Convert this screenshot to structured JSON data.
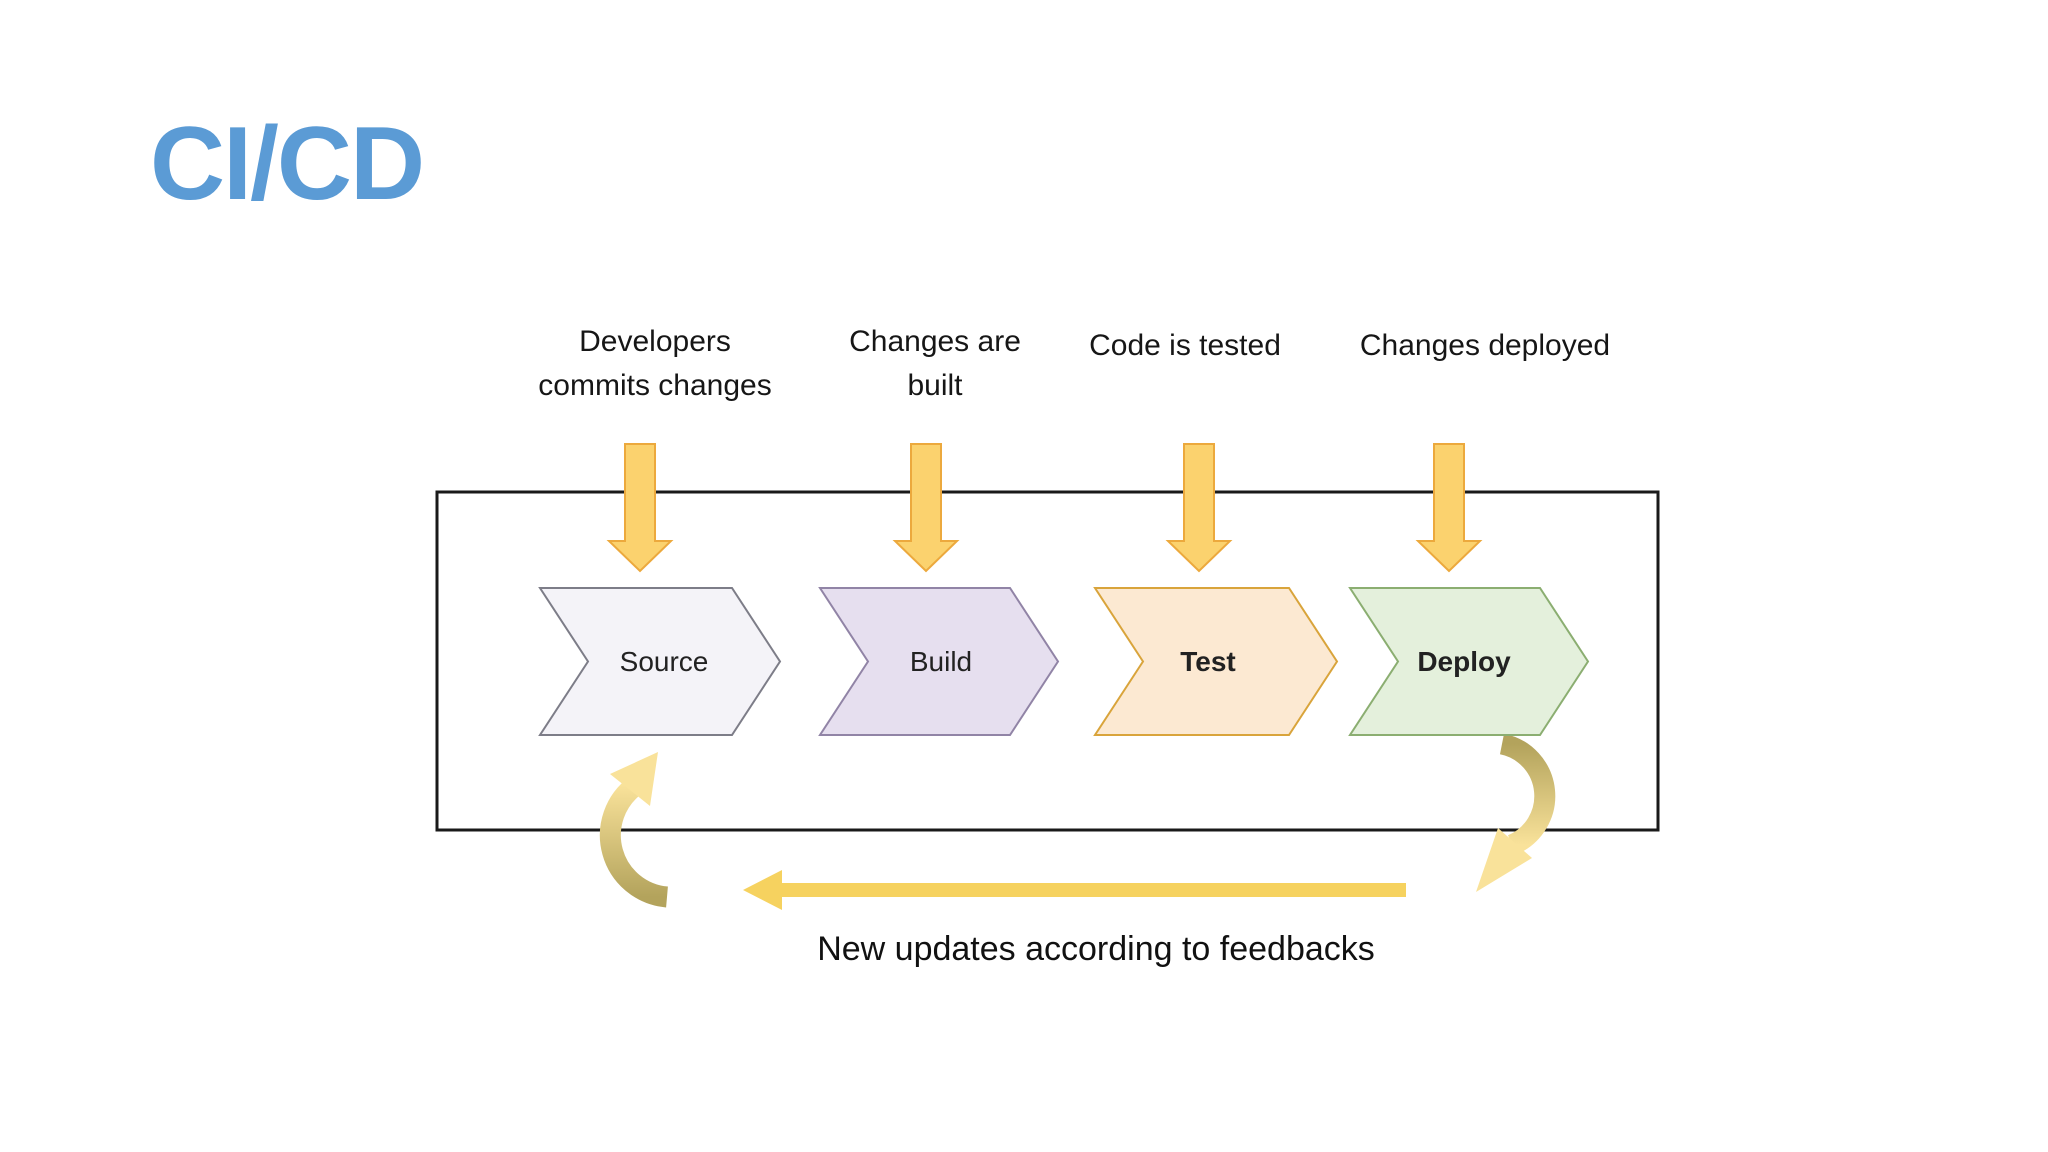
{
  "slide": {
    "title": "CI/CD",
    "title_color": "#5B9BD5",
    "background_color": "#FFFFFF"
  },
  "pipeline": {
    "box_border_color": "#1A1A1A",
    "commit_arrow": {
      "fill": "#FBD26E",
      "border": "#ECA93D"
    },
    "stages": [
      {
        "label": "Source",
        "caption": "Developers commits changes",
        "fill": "#F4F3F8",
        "border": "#7D7D88"
      },
      {
        "label": "Build",
        "caption": "Changes are built",
        "fill": "#E6DFEF",
        "border": "#9184A6"
      },
      {
        "label": "Test",
        "caption": "Code is tested",
        "fill": "#FCE9D2",
        "border": "#D9A43B"
      },
      {
        "label": "Deploy",
        "caption": "Changes deployed",
        "fill": "#E4F0DC",
        "border": "#8BAE71"
      }
    ]
  },
  "feedback": {
    "label": "New updates according to feedbacks",
    "arrow_color": "#F6D25F",
    "cycle_light_color": "#F9E29A",
    "cycle_dark_color": "#B3A35C"
  }
}
